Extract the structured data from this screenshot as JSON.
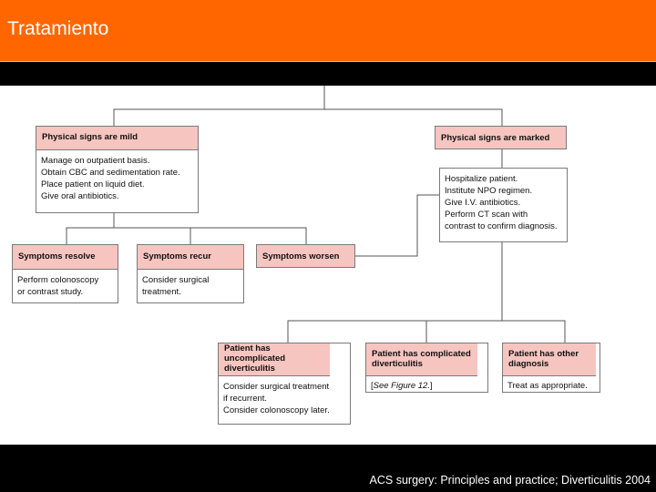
{
  "slide": {
    "title": "Tratamiento",
    "citation": "ACS surgery: Principles and practice; Diverticulitis 2004"
  },
  "flowchart": {
    "mild": {
      "header": "Physical signs are mild",
      "lines": [
        "Manage on outpatient basis.",
        "Obtain CBC and sedimentation rate.",
        "Place patient on liquid diet.",
        "Give oral antibiotics."
      ]
    },
    "marked": {
      "header": "Physical signs are marked",
      "lines": [
        "Hospitalize patient.",
        "Institute NPO regimen.",
        "Give I.V. antibiotics.",
        "Perform CT scan with",
        "contrast to confirm diagnosis."
      ]
    },
    "resolve": {
      "header": "Symptoms resolve",
      "lines": [
        "Perform colonoscopy",
        "or contrast study."
      ]
    },
    "recur": {
      "header": "Symptoms recur",
      "lines": [
        "Consider surgical",
        "treatment."
      ]
    },
    "worsen": {
      "header": "Symptoms worsen"
    },
    "uncomplicated": {
      "header": "Patient has uncomplicated diverticulitis",
      "lines": [
        "Consider surgical treatment",
        "if recurrent.",
        "Consider colonoscopy later."
      ]
    },
    "complicated": {
      "header": "Patient has complicated diverticulitis",
      "note_open": "[",
      "note_ref": "See Figure 12.",
      "note_close": "]"
    },
    "other": {
      "header": "Patient has other diagnosis",
      "lines": [
        "Treat as appropriate."
      ]
    }
  }
}
